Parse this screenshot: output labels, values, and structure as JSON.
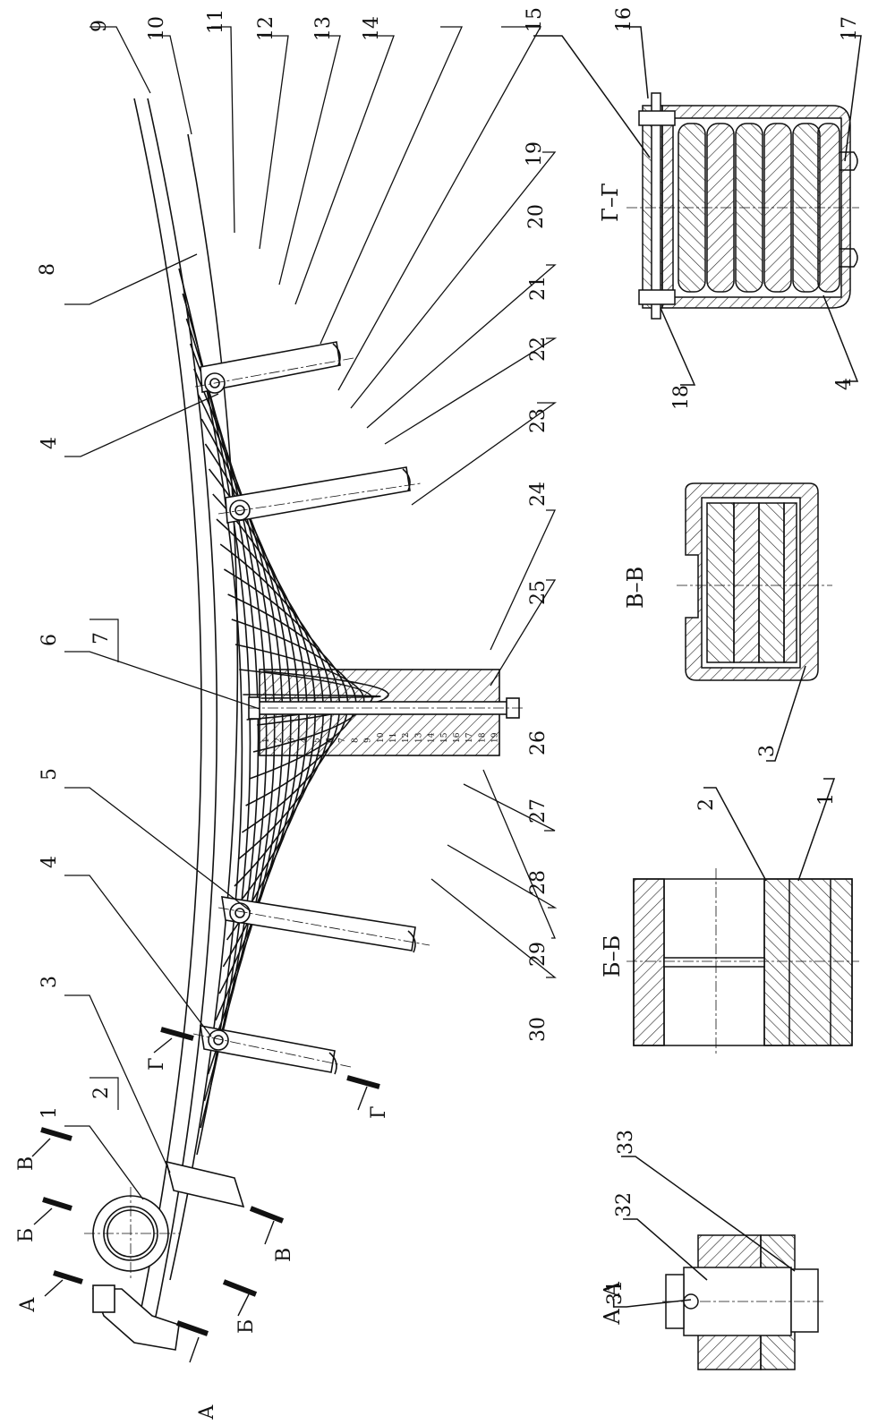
{
  "part_numbers": [
    "1",
    "2",
    "3",
    "4",
    "5",
    "6",
    "7",
    "8",
    "9",
    "10",
    "11",
    "12",
    "13",
    "14",
    "15",
    "16",
    "17",
    "18",
    "19",
    "20",
    "21",
    "22",
    "23",
    "24",
    "25",
    "26",
    "27",
    "28",
    "29",
    "30",
    "31",
    "32",
    "33"
  ],
  "extra_labels": {
    "label_4_upper": "4",
    "label_4_lower": "4",
    "label_4_section": "4",
    "label_2_box": "2",
    "label_7_box": "7",
    "label_1_bb": "1",
    "label_2_bb": "2",
    "label_3_vv": "3"
  },
  "section_titles": {
    "aa": "А–А",
    "bb": "Б–Б",
    "vv": "В–В",
    "gg": "Г–Г"
  },
  "cut_letters": {
    "a": "А",
    "b": "Б",
    "v": "В",
    "g": "Г"
  },
  "leaf_numbers": [
    "1",
    "2",
    "3",
    "4",
    "5",
    "6",
    "7",
    "8",
    "9",
    "10",
    "11",
    "12",
    "13",
    "14",
    "15",
    "16",
    "17",
    "18",
    "19"
  ]
}
